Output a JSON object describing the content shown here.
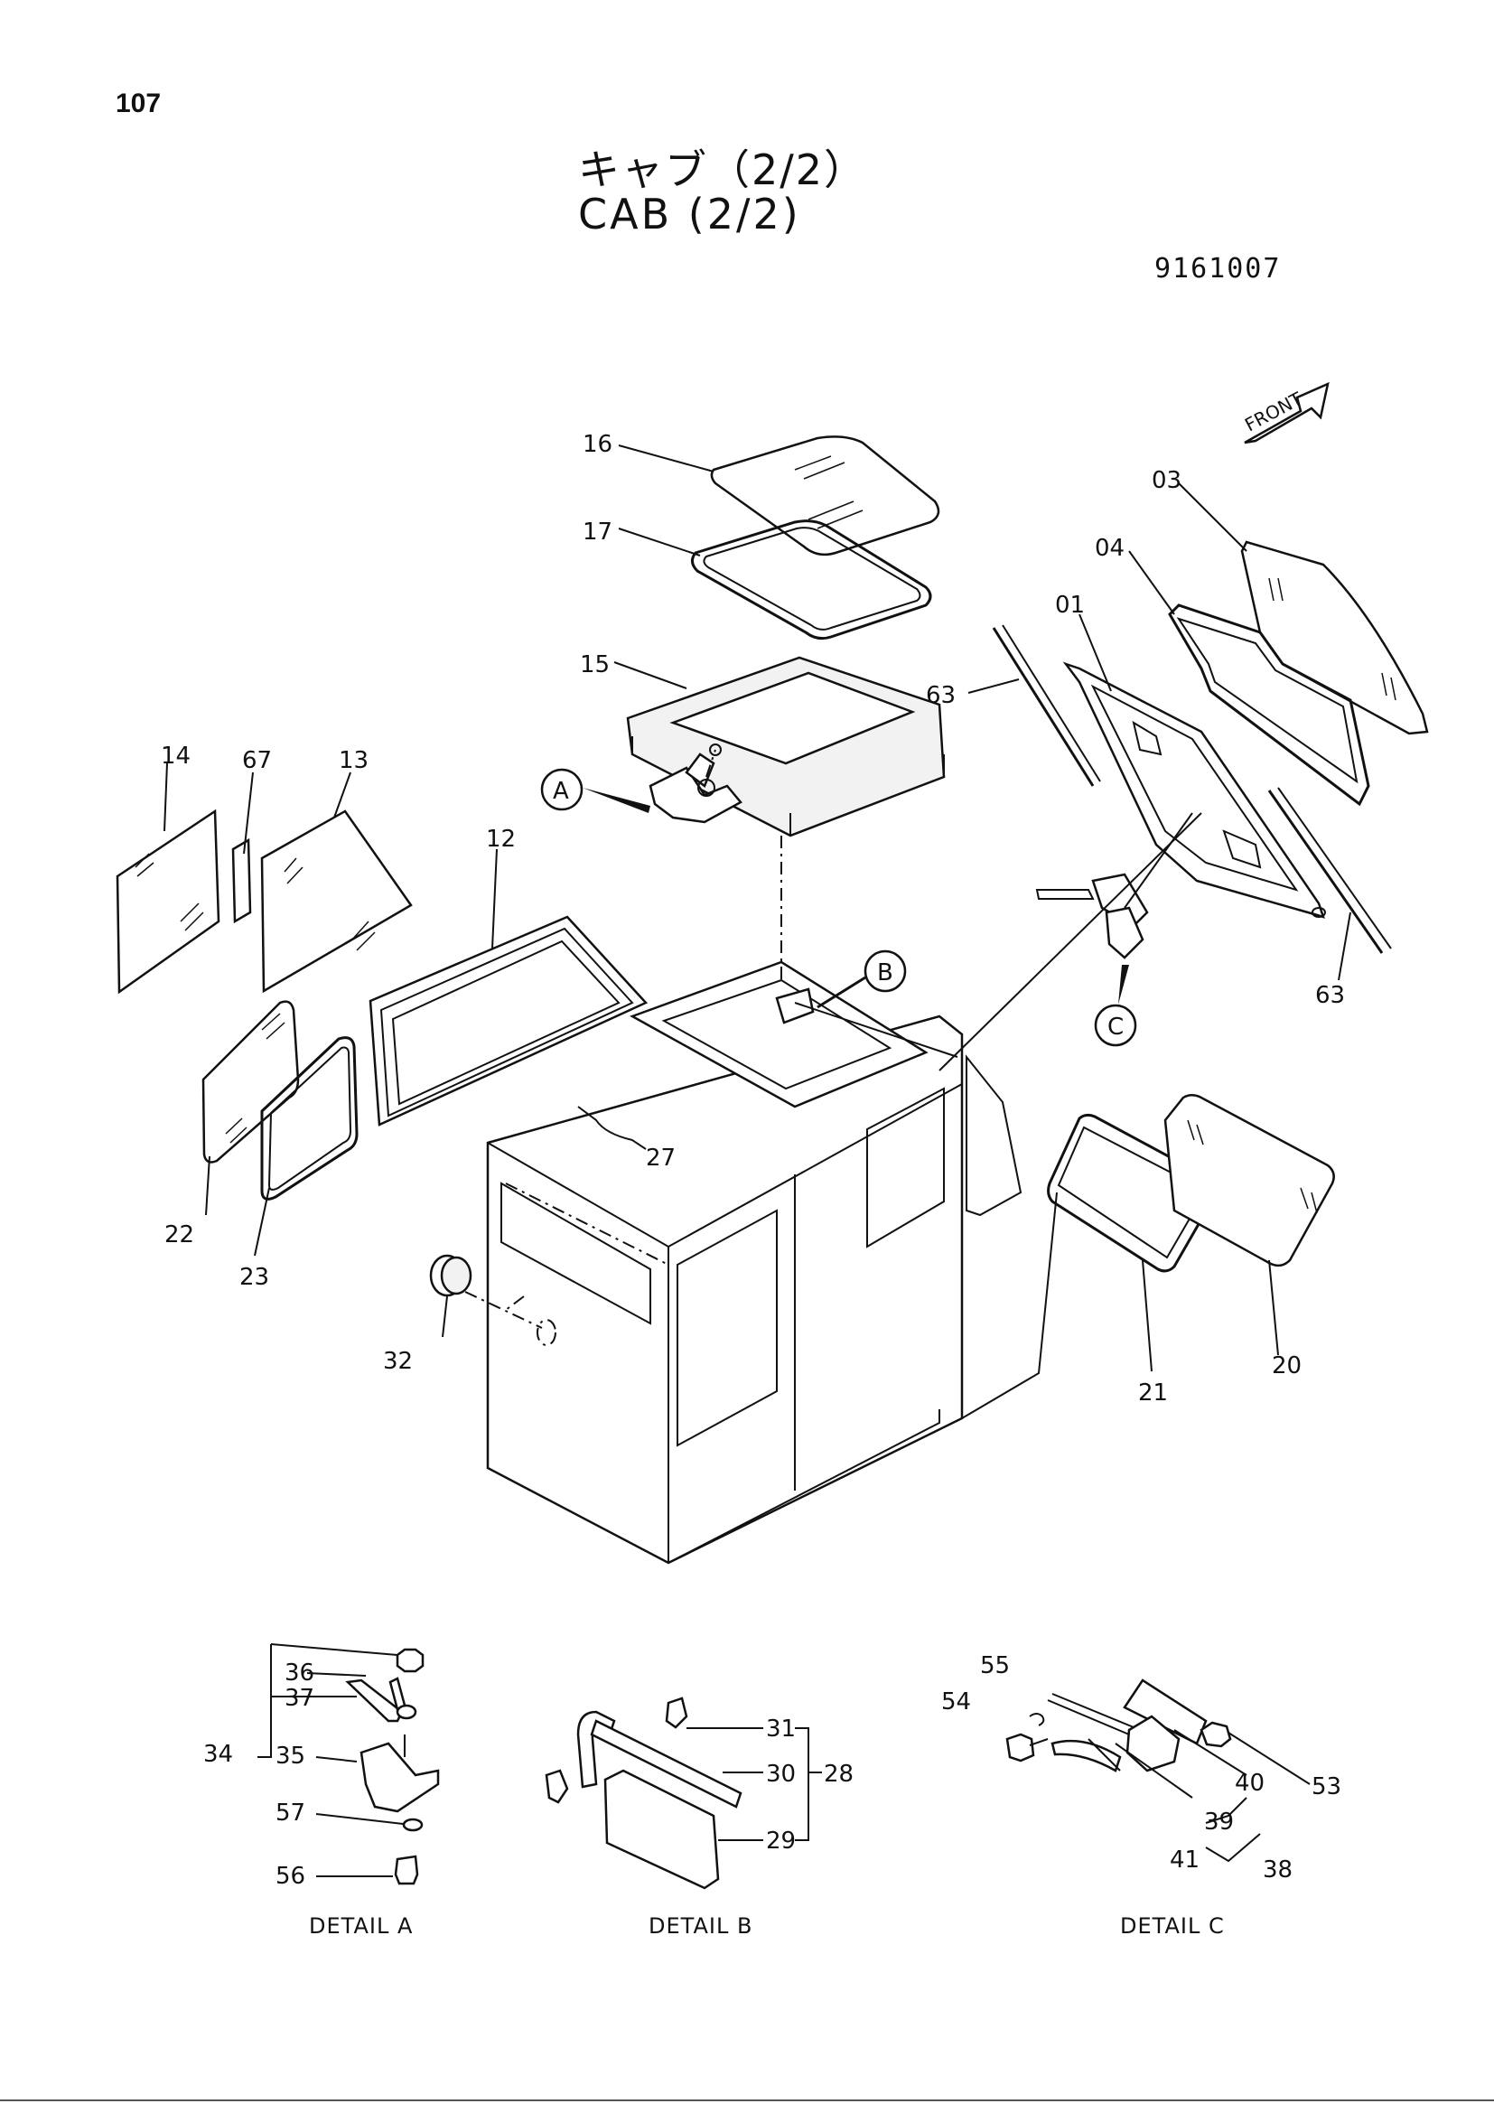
{
  "header": {
    "page_number": "107",
    "title_jp": "キャブ（2/2）",
    "title_en": "CAB (2/2)",
    "drawing_no": "9161007"
  },
  "front_label": "FRONT",
  "callouts": {
    "a": "A",
    "b": "B",
    "c": "C"
  },
  "labels": {
    "p16": "16",
    "p17": "17",
    "p15": "15",
    "p03": "03",
    "p04": "04",
    "p01": "01",
    "p63a": "63",
    "p63b": "63",
    "p14": "14",
    "p67": "67",
    "p13": "13",
    "p12": "12",
    "p22": "22",
    "p23": "23",
    "p27": "27",
    "p32": "32",
    "p21": "21",
    "p20": "20",
    "p36": "36",
    "p37": "37",
    "p34": "34",
    "p35": "35",
    "p57": "57",
    "p56": "56",
    "p31": "31",
    "p30": "30",
    "p28": "28",
    "p29": "29",
    "p55": "55",
    "p54": "54",
    "p53": "53",
    "p40": "40",
    "p39": "39",
    "p41": "41",
    "p38": "38"
  },
  "details": {
    "a": "DETAIL A",
    "b": "DETAIL B",
    "c": "DETAIL C"
  }
}
